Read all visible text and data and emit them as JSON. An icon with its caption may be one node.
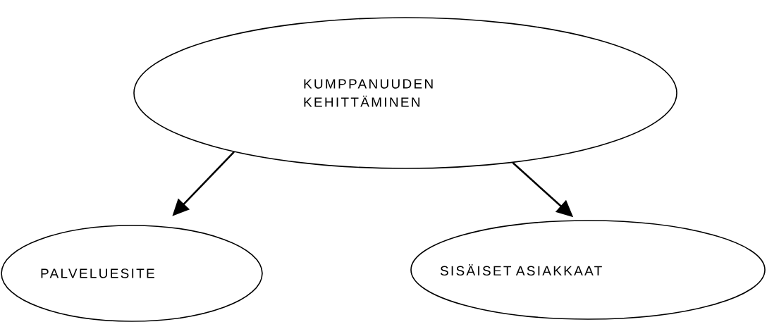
{
  "diagram": {
    "nodes": [
      {
        "text": [
          "KUMPPANUUDEN KEHITTÄMINEN"
        ]
      },
      {
        "text": [
          "PALVELUESITE"
        ]
      },
      {
        "text": [
          "SISÄISET ASIAKKAAT"
        ]
      }
    ],
    "edges": [
      {
        "from": 0,
        "to": 1,
        "arrow": "to"
      },
      {
        "from": 0,
        "to": 2,
        "arrow": "to"
      }
    ]
  }
}
